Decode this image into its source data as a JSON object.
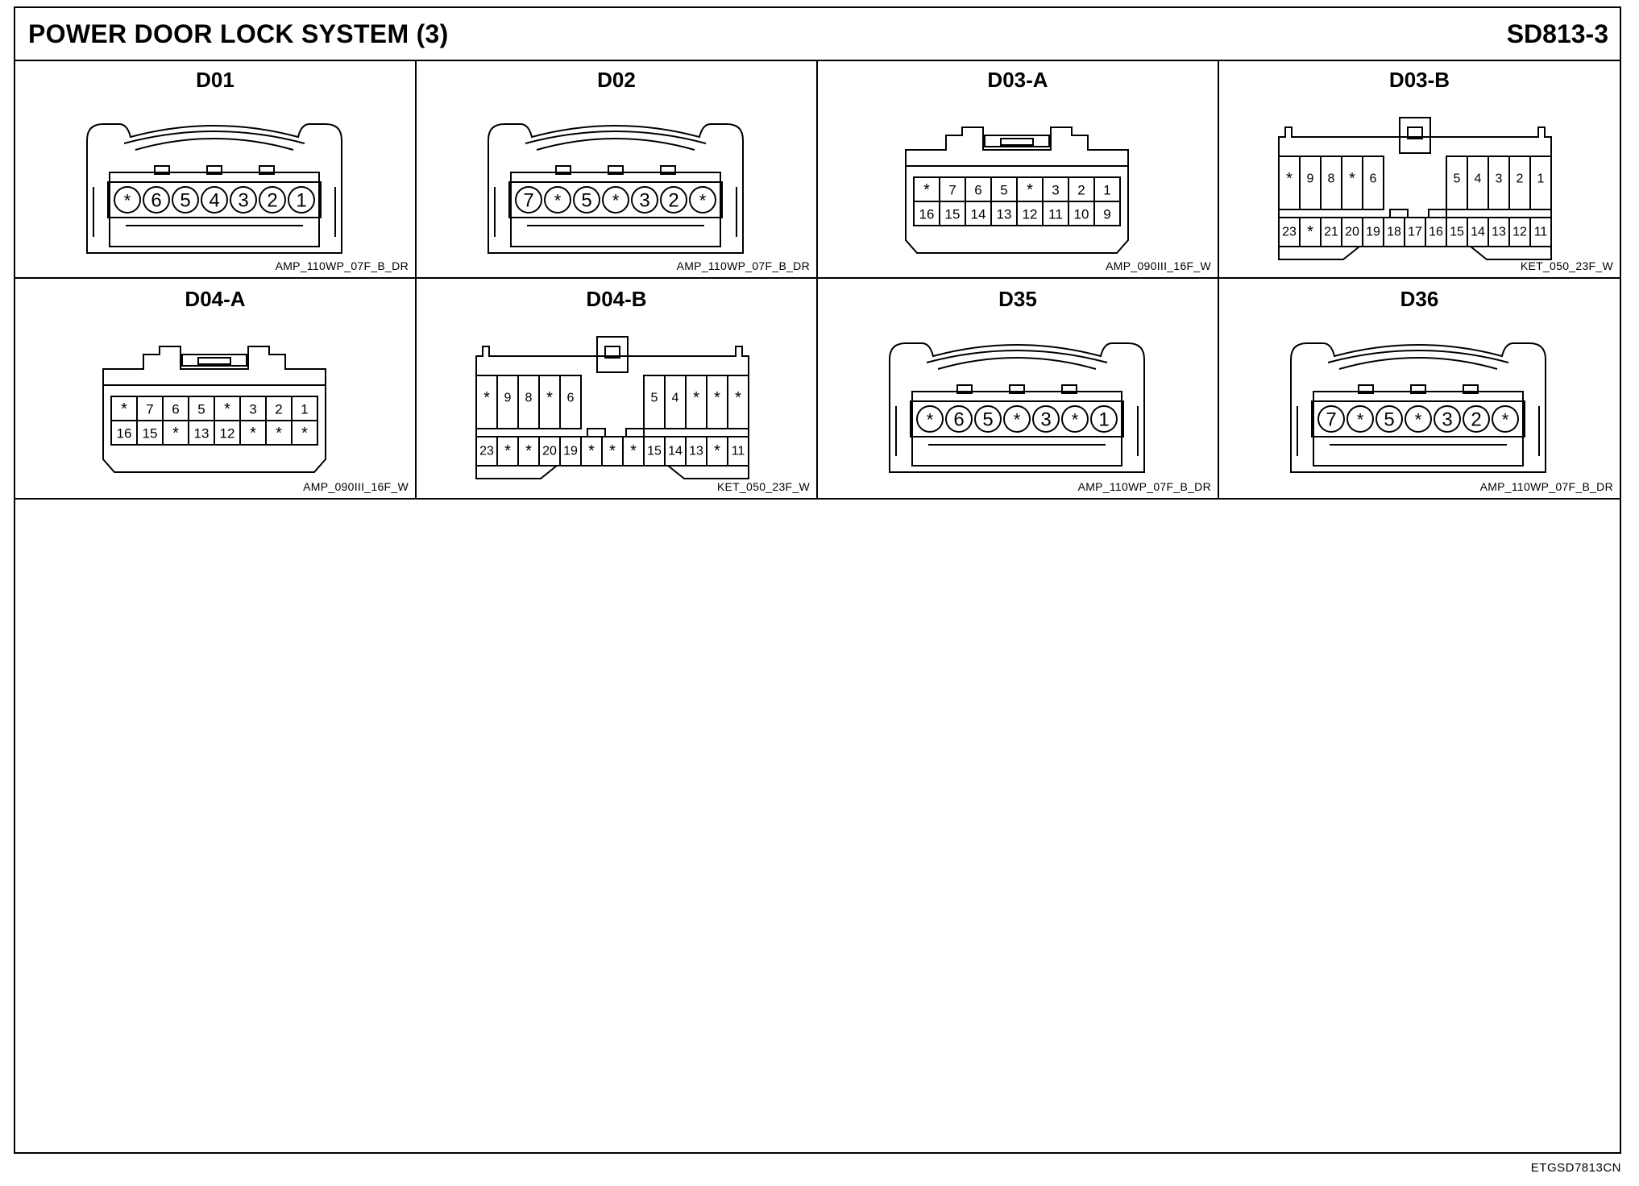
{
  "header": {
    "title": "POWER DOOR LOCK SYSTEM (3)",
    "page_id": "SD813-3"
  },
  "connectors": [
    {
      "name": "D01",
      "code": "AMP_110WP_07F_B_DR",
      "style": "round",
      "pins": [
        "*",
        "6",
        "5",
        "4",
        "3",
        "2",
        "1"
      ]
    },
    {
      "name": "D02",
      "code": "AMP_110WP_07F_B_DR",
      "style": "round",
      "pins": [
        "7",
        "*",
        "5",
        "*",
        "3",
        "2",
        "*"
      ]
    },
    {
      "name": "D03-A",
      "code": "AMP_090III_16F_W",
      "style": "grid",
      "rows": [
        [
          "*",
          "7",
          "6",
          "5",
          "*",
          "3",
          "2",
          "1"
        ],
        [
          "16",
          "15",
          "14",
          "13",
          "12",
          "11",
          "10",
          "9"
        ]
      ]
    },
    {
      "name": "D03-B",
      "code": "KET_050_23F_W",
      "style": "ket",
      "top_left": [
        "*",
        "9",
        "8",
        "*",
        "6"
      ],
      "top_right": [
        "5",
        "4",
        "3",
        "2",
        "1"
      ],
      "bottom": [
        "23",
        "*",
        "21",
        "20",
        "19",
        "18",
        "17",
        "16",
        "15",
        "14",
        "13",
        "12",
        "11"
      ]
    },
    {
      "name": "D04-A",
      "code": "AMP_090III_16F_W",
      "style": "grid",
      "rows": [
        [
          "*",
          "7",
          "6",
          "5",
          "*",
          "3",
          "2",
          "1"
        ],
        [
          "16",
          "15",
          "*",
          "13",
          "12",
          "*",
          "*",
          "*"
        ]
      ]
    },
    {
      "name": "D04-B",
      "code": "KET_050_23F_W",
      "style": "ket",
      "top_left": [
        "*",
        "9",
        "8",
        "*",
        "6"
      ],
      "top_right": [
        "5",
        "4",
        "*",
        "*",
        "*"
      ],
      "bottom": [
        "23",
        "*",
        "*",
        "20",
        "19",
        "*",
        "*",
        "*",
        "15",
        "14",
        "13",
        "*",
        "11"
      ]
    },
    {
      "name": "D35",
      "code": "AMP_110WP_07F_B_DR",
      "style": "round",
      "pins": [
        "*",
        "6",
        "5",
        "*",
        "3",
        "*",
        "1"
      ]
    },
    {
      "name": "D36",
      "code": "AMP_110WP_07F_B_DR",
      "style": "round",
      "pins": [
        "7",
        "*",
        "5",
        "*",
        "3",
        "2",
        "*"
      ]
    }
  ],
  "footer": {
    "code": "ETGSD7813CN"
  }
}
